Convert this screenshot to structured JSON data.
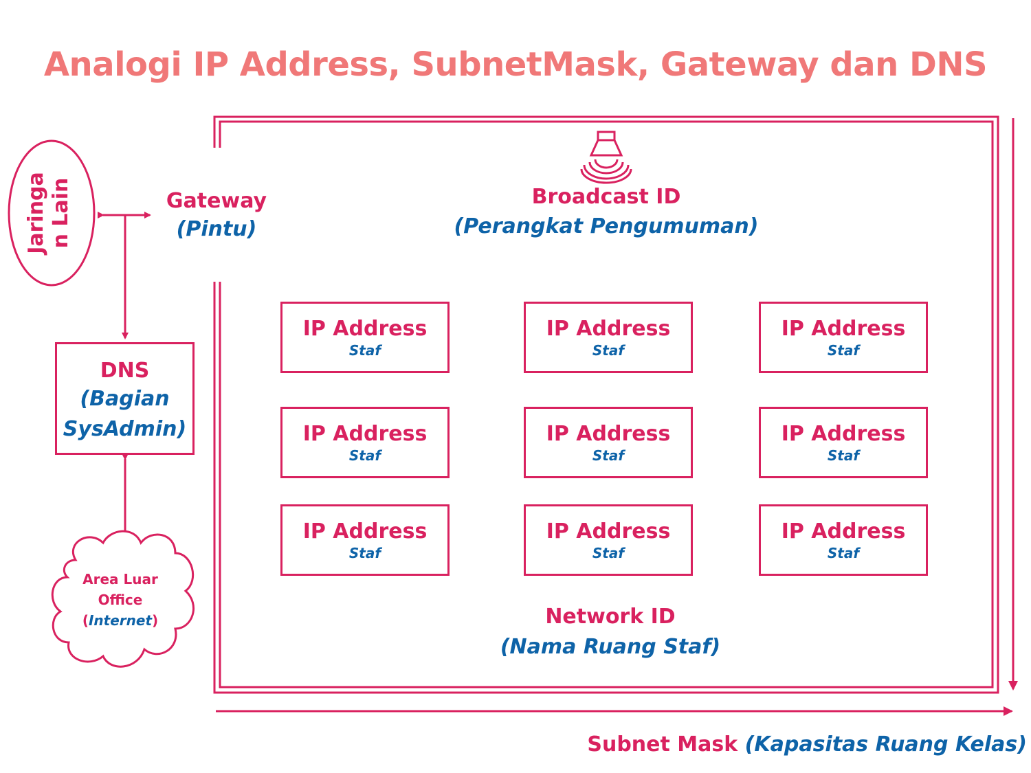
{
  "title": "Analogi IP Address, SubnetMask, Gateway dan DNS",
  "colors": {
    "accent": "#d9215f",
    "label_blue": "#0e63a8",
    "title": "#f07878"
  },
  "other_network": {
    "line1": "Jaringa",
    "line2": "n Lain"
  },
  "gateway": {
    "label": "Gateway",
    "sub": "(Pintu)"
  },
  "broadcast": {
    "icon": "speaker-icon",
    "label": "Broadcast ID",
    "sub": "(Perangkat Pengumuman)"
  },
  "dns": {
    "label": "DNS",
    "sub1": "(Bagian",
    "sub2": "SysAdmin)"
  },
  "internet": {
    "line1": "Area Luar",
    "line2": "Office",
    "open": "(",
    "word": "Internet",
    "close": ")"
  },
  "ip_boxes": [
    {
      "label": "IP Address",
      "sub": "Staf"
    },
    {
      "label": "IP Address",
      "sub": "Staf"
    },
    {
      "label": "IP Address",
      "sub": "Staf"
    },
    {
      "label": "IP Address",
      "sub": "Staf"
    },
    {
      "label": "IP Address",
      "sub": "Staf"
    },
    {
      "label": "IP Address",
      "sub": "Staf"
    },
    {
      "label": "IP Address",
      "sub": "Staf"
    },
    {
      "label": "IP Address",
      "sub": "Staf"
    },
    {
      "label": "IP Address",
      "sub": "Staf"
    }
  ],
  "network": {
    "label": "Network ID",
    "sub": "(Nama Ruang Staf)"
  },
  "subnet": {
    "label": "Subnet Mask",
    "sub": "(Kapasitas Ruang Kelas)"
  }
}
